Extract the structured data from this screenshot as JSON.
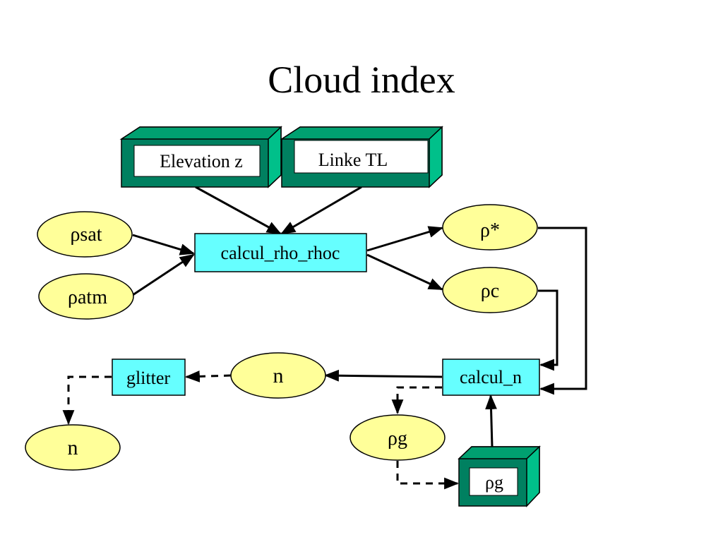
{
  "title": "Cloud index",
  "colors": {
    "ellipse_fill": "#ffff99",
    "process_fill": "#66ffff",
    "box3d_front": "#008060",
    "box3d_side": "#00c08a",
    "box3d_top": "#00a070",
    "line": "#000000"
  },
  "nodes": {
    "elevation": "Elevation z",
    "linke": "Linke TL",
    "rho_sat": "ρsat",
    "rho_atm": "ρatm",
    "calcul_rho_rhoc": "calcul_rho_rhoc",
    "rho_star": "ρ*",
    "rho_c": "ρc",
    "calcul_n": "calcul_n",
    "n_mid": "n",
    "glitter": "glitter",
    "n_out": "n",
    "rho_g_ellipse": "ρg",
    "rho_g_box": "ρg"
  }
}
